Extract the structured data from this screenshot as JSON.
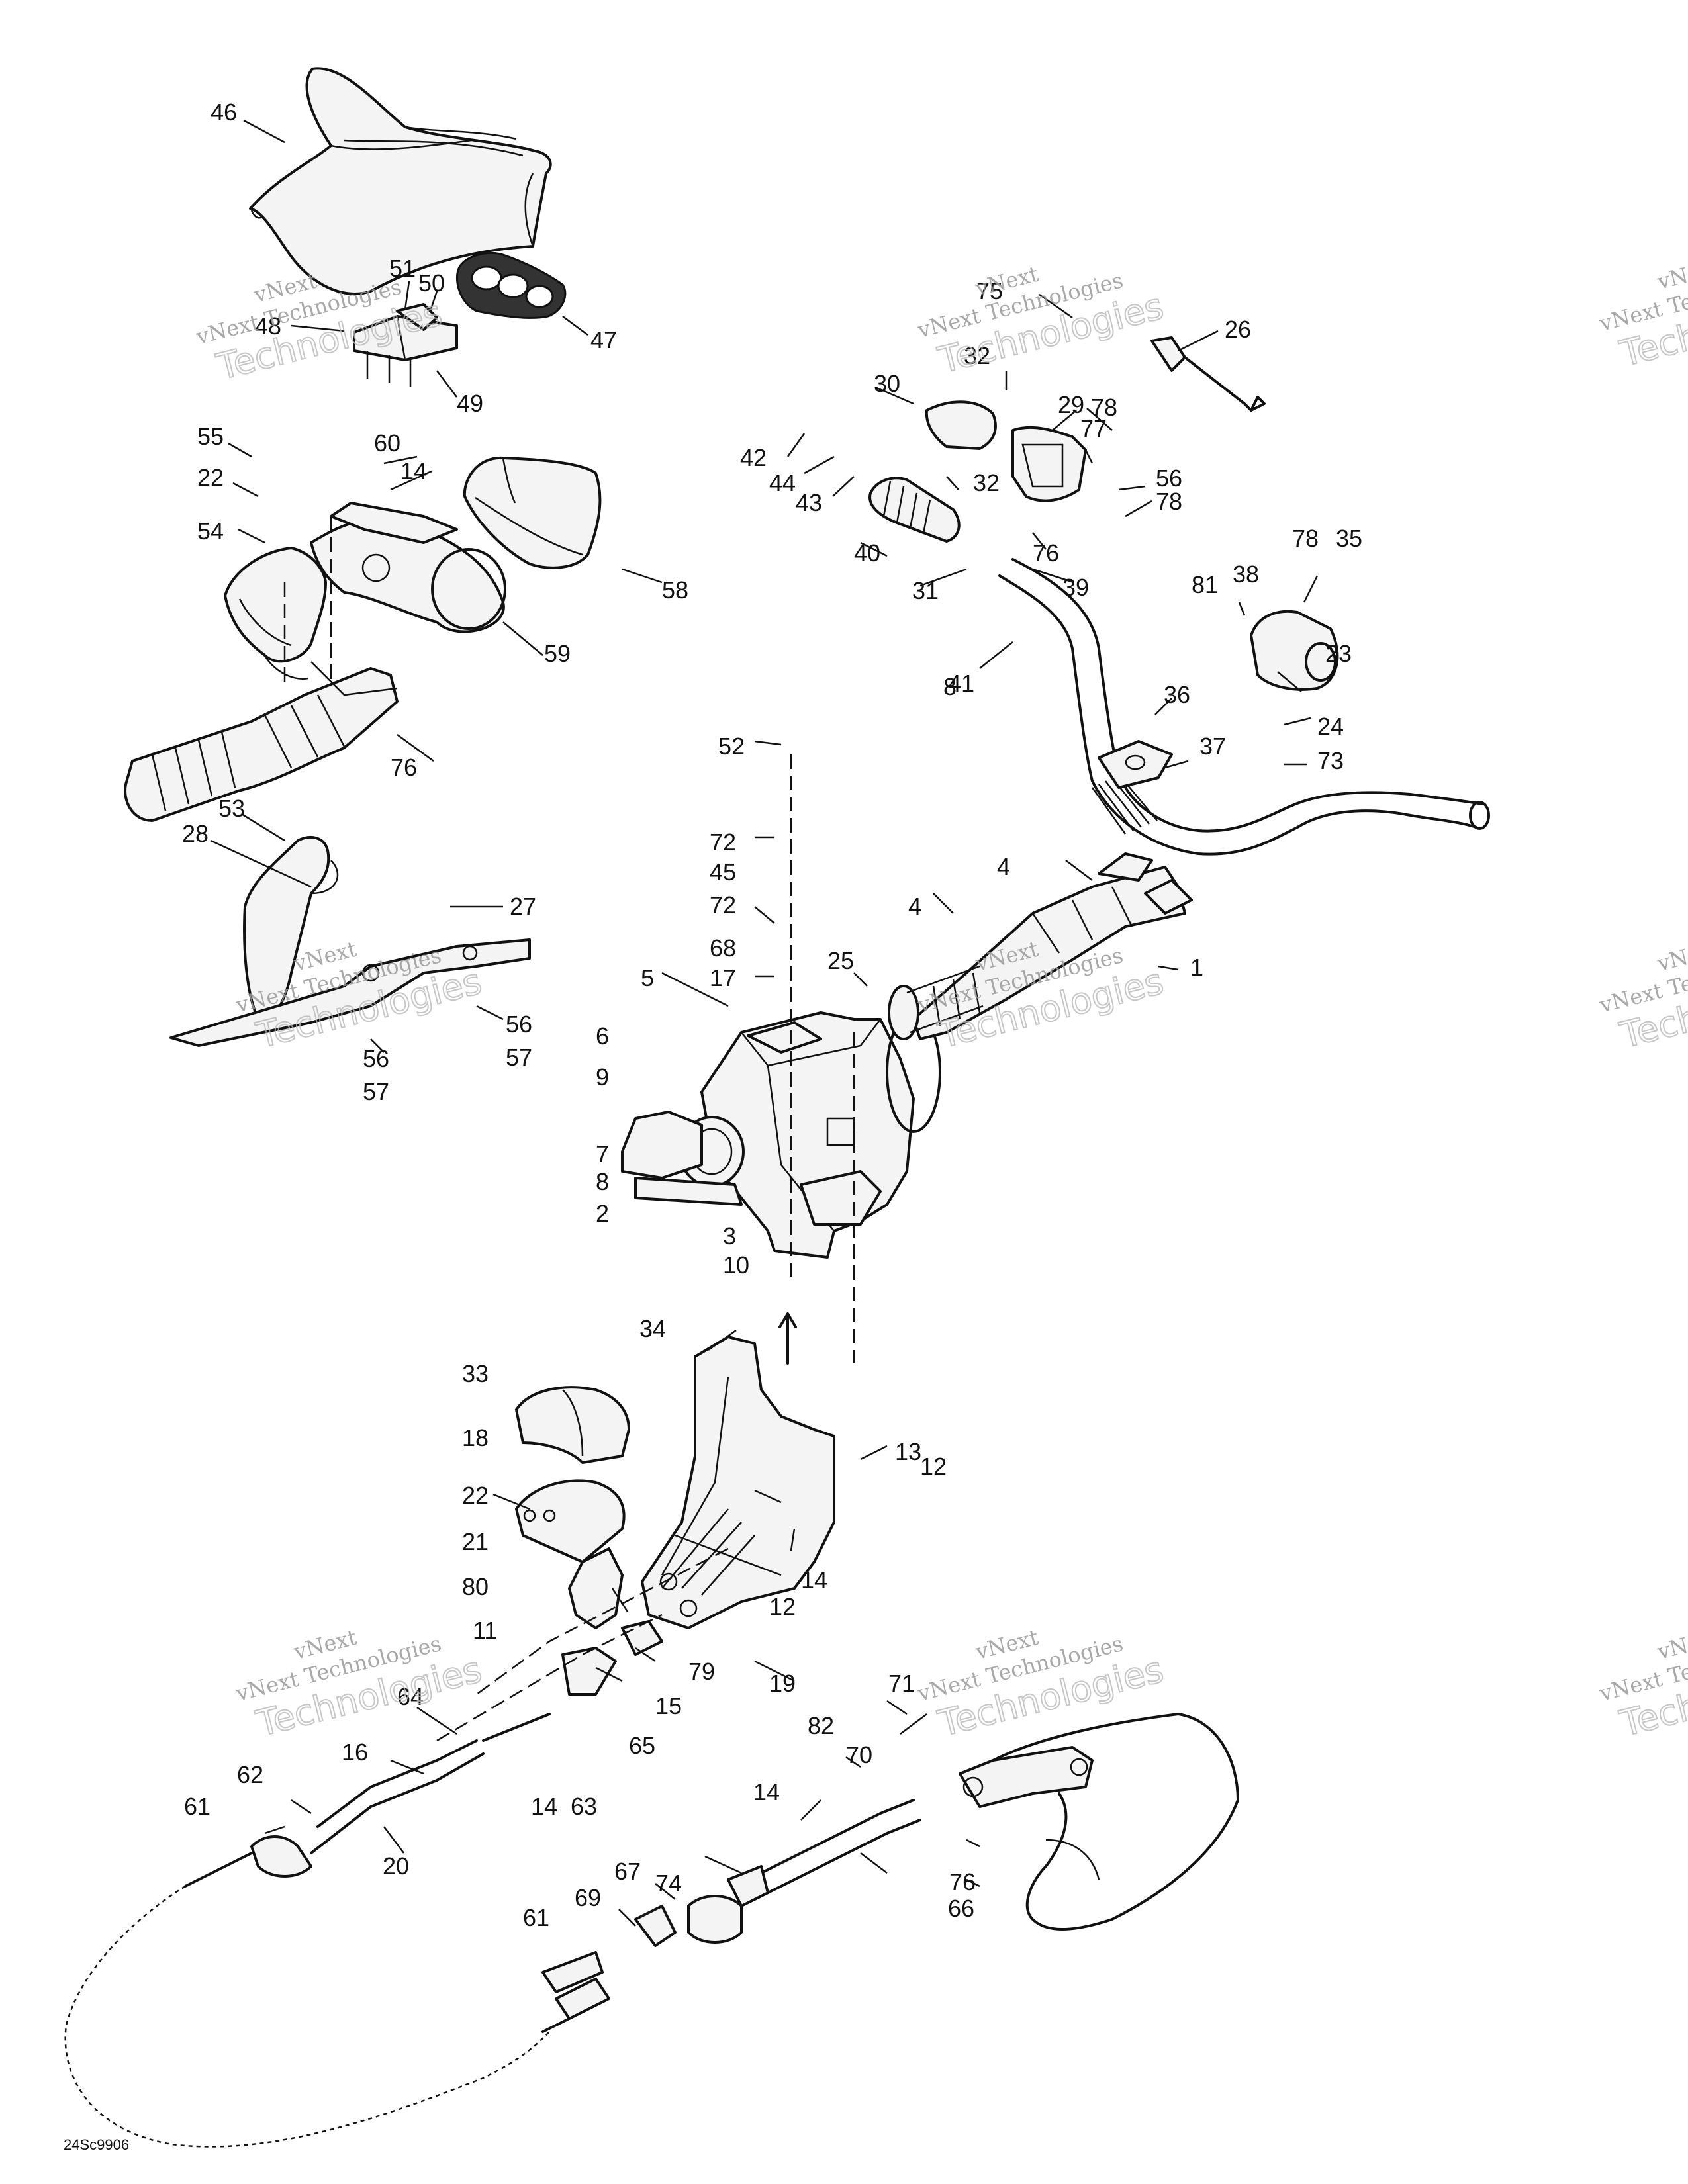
{
  "diagram_code": "24Sc9906",
  "watermark": {
    "line1": "vNext",
    "line2": "vNext Technologies",
    "line3": "Technologies"
  },
  "callouts": [
    "46",
    "51",
    "50",
    "48",
    "47",
    "49",
    "55",
    "60",
    "22",
    "14",
    "54",
    "58",
    "59",
    "76",
    "53",
    "28",
    "27",
    "56",
    "57",
    "56",
    "57",
    "75",
    "26",
    "32",
    "30",
    "29",
    "78",
    "42",
    "44",
    "43",
    "32",
    "77",
    "56",
    "78",
    "40",
    "76",
    "31",
    "41",
    "39",
    "81",
    "38",
    "78",
    "35",
    "23",
    "8",
    "36",
    "24",
    "37",
    "73",
    "52",
    "72",
    "45",
    "72",
    "68",
    "17",
    "4",
    "4",
    "25",
    "1",
    "5",
    "6",
    "9",
    "7",
    "8",
    "2",
    "3",
    "10",
    "34",
    "33",
    "18",
    "22",
    "21",
    "80",
    "11",
    "12",
    "14",
    "13",
    "12",
    "19",
    "79",
    "15",
    "65",
    "64",
    "16",
    "14",
    "63",
    "62",
    "61",
    "20",
    "71",
    "82",
    "70",
    "14",
    "76",
    "66",
    "74",
    "67",
    "69",
    "61"
  ]
}
